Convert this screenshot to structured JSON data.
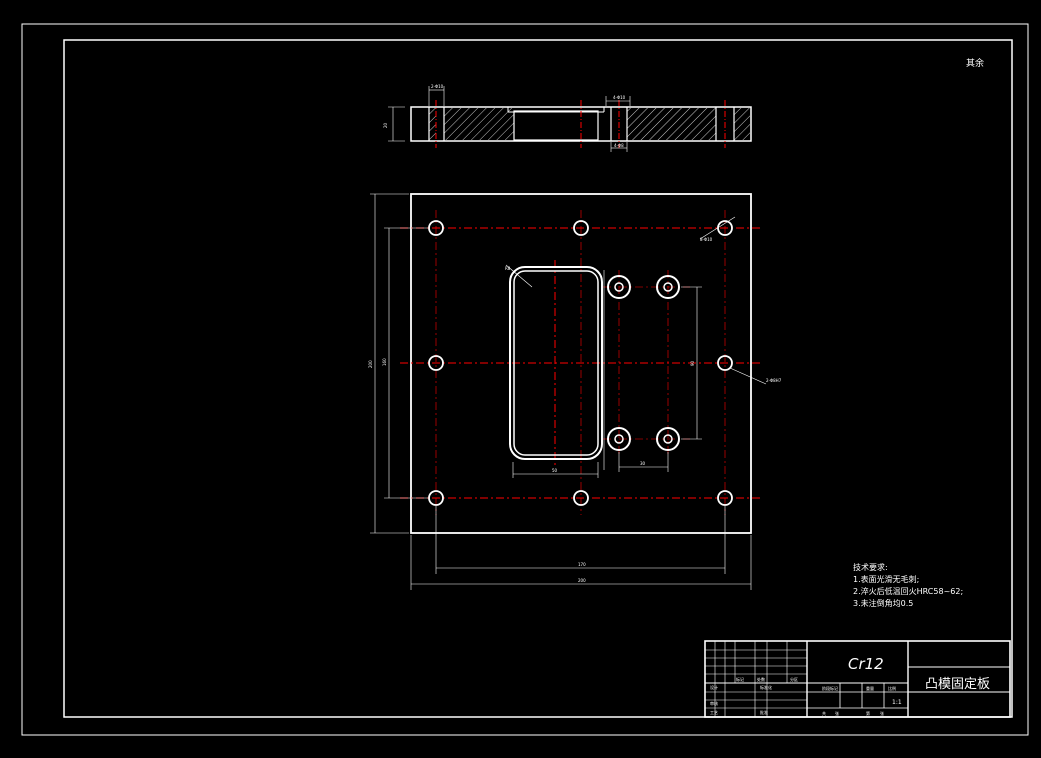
{
  "sheet": {
    "corner_mark": "其余"
  },
  "tech_requirements": {
    "title": "技术要求:",
    "items": [
      "1.表面光滑无毛刺;",
      "2.淬火后低温回火HRC58~62;",
      "3.未注倒角均0.5"
    ]
  },
  "title_block": {
    "material": "Cr12",
    "part_name": "凸模固定板",
    "scale": "1:1",
    "cells": [
      "标记",
      "处数",
      "分区",
      "更改文件号",
      "签名",
      "年月日",
      "设计",
      "标准化",
      "阶段标记",
      "重量",
      "比例",
      "审核",
      "工艺",
      "批准",
      "共",
      "张",
      "第",
      "张"
    ]
  },
  "dimensions": {
    "section_thickness": "20",
    "section_hole_top": "2-Φ10",
    "section_counterbore_top": "4-Φ10",
    "section_counterbore_bottom": "4-Φ8",
    "overall_width": "200",
    "hole_spacing_x": "170",
    "overall_height": "200",
    "hole_spacing_y": "160",
    "window_width": "50",
    "window_radius": "R8",
    "small_hole_spacing_x": "30",
    "small_hole_spacing_y": "90",
    "corner_hole_label": "8-Φ10",
    "right_hole_label": "2-Φ8H7"
  },
  "colors": {
    "line": "#ffffff",
    "center_line": "#ff0000",
    "background": "#000000"
  }
}
